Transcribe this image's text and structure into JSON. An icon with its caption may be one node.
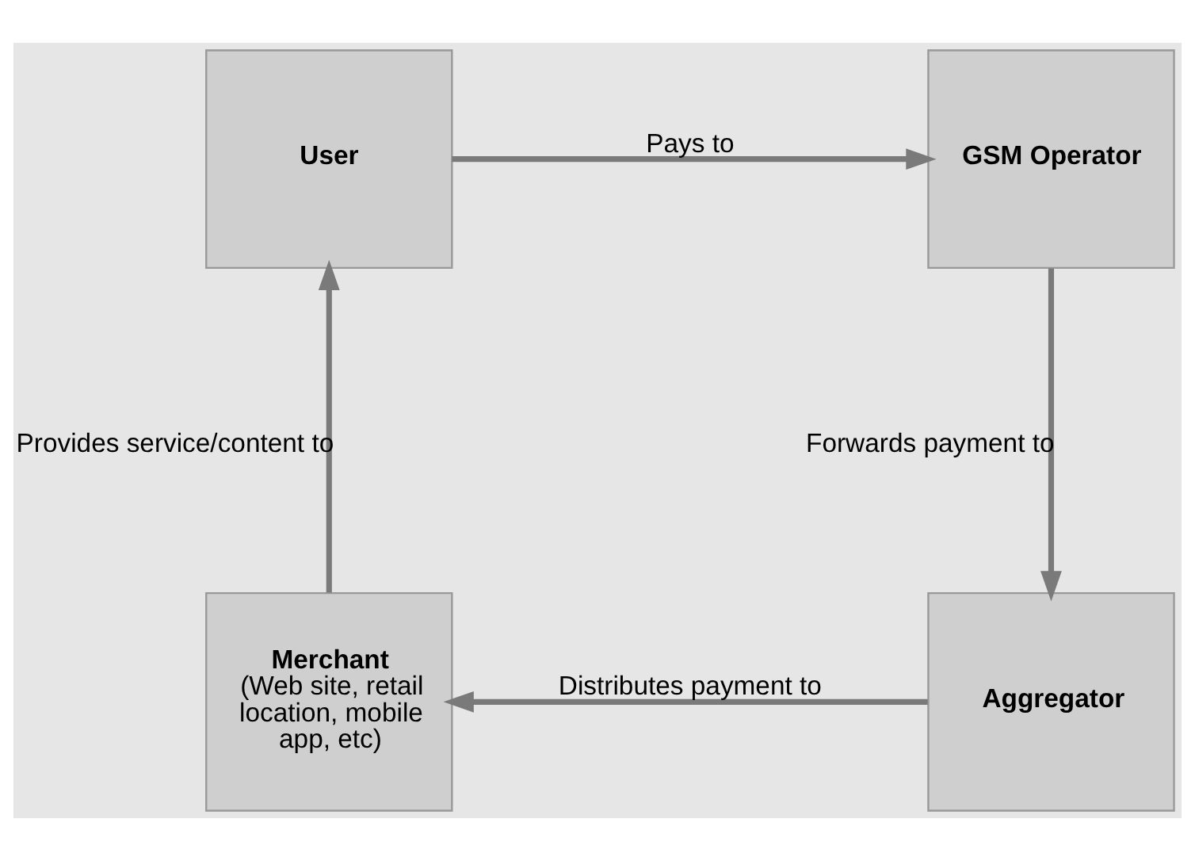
{
  "diagram": {
    "nodes": [
      {
        "text": [
          "User"
        ]
      },
      {
        "text": [
          "GSM Operator"
        ]
      },
      {
        "text": [
          "Aggregator"
        ]
      },
      {
        "text": [
          "Merchant",
          "(Web site, retail location, mobile app, etc)"
        ]
      }
    ],
    "edges": [
      {
        "from": 0,
        "to": 1,
        "arrow": "to",
        "label": "Pays to"
      },
      {
        "from": 1,
        "to": 2,
        "arrow": "to",
        "label": "Forwards payment to"
      },
      {
        "from": 2,
        "to": 3,
        "arrow": "to",
        "label": "Distributes payment to"
      },
      {
        "from": 3,
        "to": 0,
        "arrow": "to",
        "label": "Provides service/content to"
      }
    ]
  }
}
